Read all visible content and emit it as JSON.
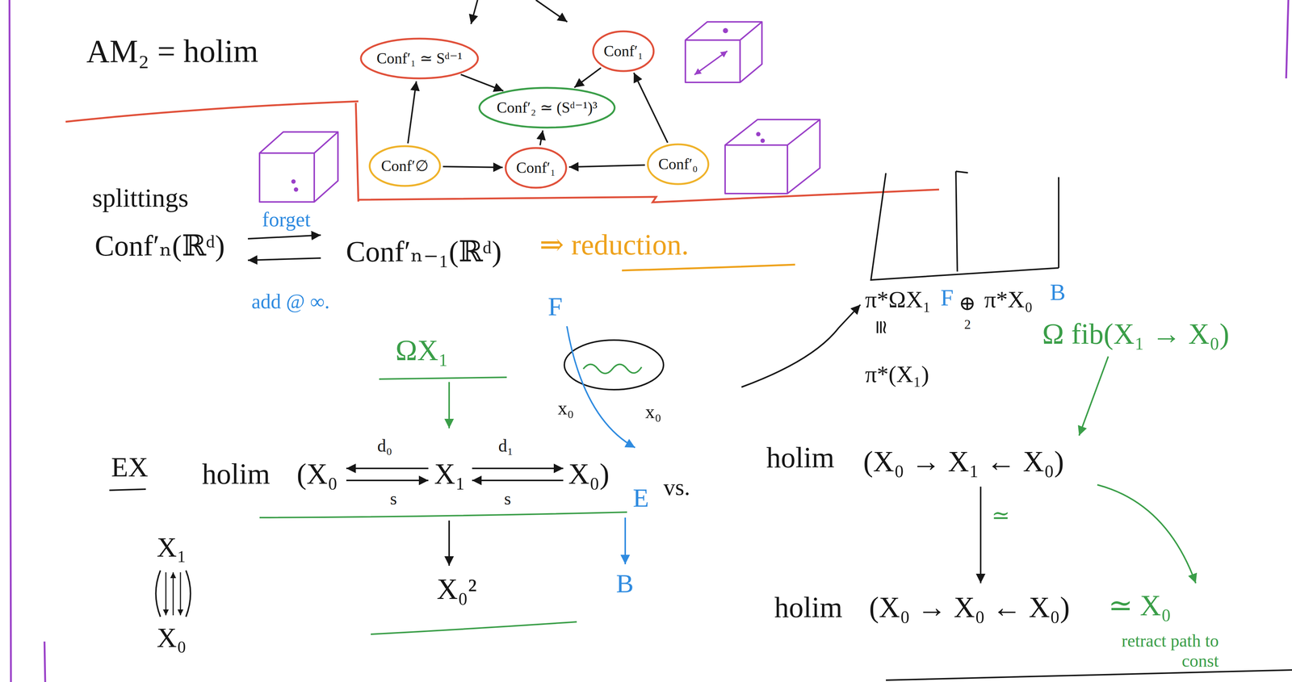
{
  "diagram": {
    "nodes": [
      {
        "text": [
          "Conf′₁ ≃ Sᵈ⁻¹"
        ]
      },
      {
        "text": [
          "Conf′₁"
        ]
      },
      {
        "text": [
          "Conf′₂ ≃ (Sᵈ⁻¹)³"
        ]
      },
      {
        "text": [
          "Conf′∅"
        ]
      },
      {
        "text": [
          "Conf′₁"
        ]
      },
      {
        "text": [
          "Conf′₀"
        ]
      }
    ],
    "edges": [
      {
        "from": 3,
        "to": 0,
        "arrow": "to"
      },
      {
        "from": 0,
        "to": 2,
        "arrow": "to"
      },
      {
        "from": 1,
        "to": 2,
        "arrow": "to"
      },
      {
        "from": 4,
        "to": 2,
        "arrow": "to"
      },
      {
        "from": 3,
        "to": 4,
        "arrow": "to"
      },
      {
        "from": 5,
        "to": 4,
        "arrow": "to"
      },
      {
        "from": 5,
        "to": 1,
        "arrow": "to"
      }
    ],
    "labels": [
      "AM₂ = holim",
      "splittings",
      "Conf′ₙ(ℝᵈ)",
      "forget",
      "Conf′ₙ₋₁(ℝᵈ)",
      "add @ ∞.",
      "⇒ reduction.",
      "F",
      "ΩX₁",
      "EX",
      "holim",
      "(X₀",
      "X₁",
      "X₀)",
      "d₀",
      "d₁",
      "s",
      "s",
      "X₀²",
      "E",
      "B",
      "vs.",
      "X₁",
      "X₀",
      "x₀",
      "x₀",
      "π*ΩX₁",
      "F",
      "⊕",
      "2",
      "π*X₀",
      "B",
      "≅",
      "π*(X₁)",
      "Ω fib(X₁ → X₀)",
      "holim",
      "(X₀ → X₁ ← X₀)",
      "≃",
      "holim",
      "(X₀ → X₀ ← X₀)",
      "≃ X₀",
      "retract path to const"
    ]
  }
}
